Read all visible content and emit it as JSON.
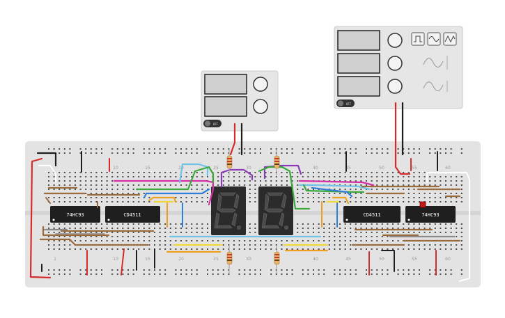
{
  "canvas": {
    "background": "#ffffff"
  },
  "breadboard": {
    "color": "#e3e3e3",
    "top_numbers": [
      "10",
      "15",
      "20",
      "25",
      "30",
      "40",
      "45",
      "50",
      "55",
      "60"
    ],
    "bottom_numbers": [
      "1",
      "10",
      "15",
      "20",
      "25",
      "30",
      "40",
      "45",
      "50",
      "55",
      "60"
    ]
  },
  "chips": {
    "left_counter": "74HC93",
    "left_decoder": "CD4511",
    "right_decoder": "CD4511",
    "right_counter": "74HC93"
  },
  "displays": {
    "left_digit": "8.",
    "right_digit": "8."
  },
  "small_supply": {
    "switch_label": "OFF",
    "knob_labels": [
      "",
      ""
    ]
  },
  "function_generator": {
    "switch_label": "OFF",
    "wave_buttons": [
      "square-wave-icon",
      "sine-wave-icon",
      "triangle-wave-icon"
    ]
  },
  "colors": {
    "red": "#d62b2b",
    "black": "#1e1e1e",
    "purple": "#8b3ab8",
    "magenta": "#d630a8",
    "green": "#3aa83a",
    "light_blue": "#6fc3e8",
    "blue": "#2f7fd6",
    "brown": "#9c6b3d",
    "orange": "#f0a020",
    "yellow": "#f2d53a",
    "gray": "#8a8a8a",
    "white": "#ffffff"
  }
}
